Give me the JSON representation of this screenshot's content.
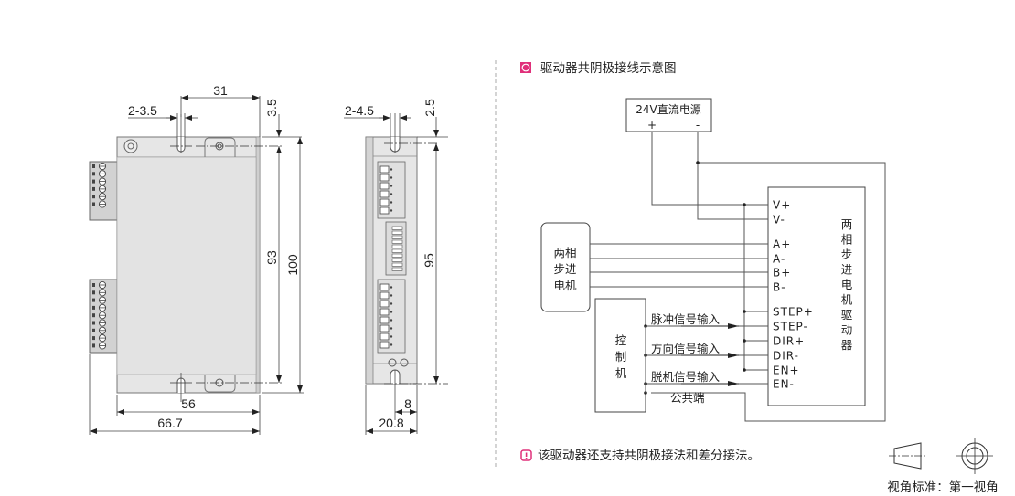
{
  "dimensions_front": {
    "hole_label": "2-3.5",
    "hole_spacing": "31",
    "top_offset": "3.5",
    "inner_height": "93",
    "total_height": "100",
    "body_width": "56",
    "total_width": "66.7"
  },
  "dimensions_side": {
    "hole_label": "2-4.5",
    "top_offset": "2.5",
    "height": "95",
    "hole_offset": "8",
    "width": "20.8"
  },
  "wiring": {
    "title": "驱动器共阴极接线示意图",
    "title_icon": "circle-badge-icon",
    "accent_color": "#e0307a",
    "power_supply": {
      "label": "24V直流电源",
      "plus": "+",
      "minus": "-"
    },
    "motor": {
      "lines": [
        "两相",
        "步进",
        "电机"
      ]
    },
    "controller": {
      "chars": [
        "控",
        "制",
        "机"
      ]
    },
    "driver": {
      "terminals": [
        "V+",
        "V-",
        "A+",
        "A-",
        "B+",
        "B-",
        "STEP+",
        "STEP-",
        "DIR+",
        "DIR-",
        "EN+",
        "EN-"
      ],
      "name_chars": [
        "两",
        "相",
        "步",
        "进",
        "电",
        "机",
        "驱",
        "动",
        "器"
      ]
    },
    "signals": [
      "脉冲信号输入",
      "方向信号输入",
      "脱机信号输入",
      "公共端"
    ]
  },
  "note": {
    "icon": "exclamation-badge-icon",
    "text": "该驱动器还支持共阴极接法和差分接法。"
  },
  "projection": {
    "label": "视角标准：第一视角"
  }
}
